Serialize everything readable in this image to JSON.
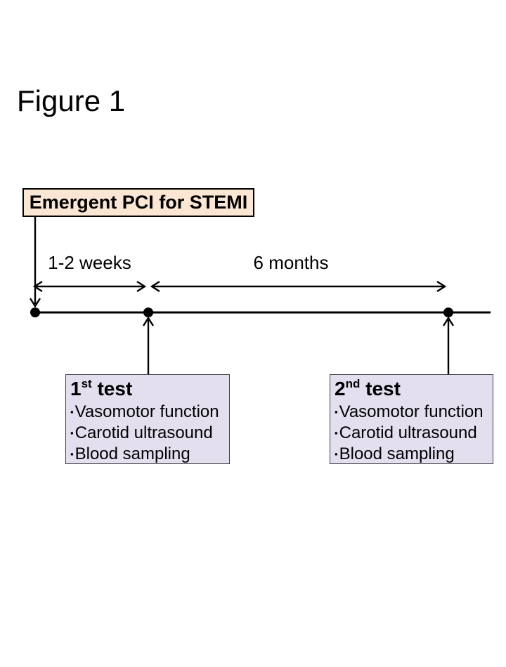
{
  "page": {
    "title": "Figure 1"
  },
  "colors": {
    "background": "#ffffff",
    "event_box_fill": "#fbe6d4",
    "test_box_fill": "#e3dfee",
    "line": "#000000",
    "box_border": "#404040"
  },
  "event_box": {
    "label": "Emergent PCI for STEMI"
  },
  "intervals": [
    {
      "label": "1-2 weeks"
    },
    {
      "label": "6 months"
    }
  ],
  "bullet_char": "▪",
  "test_boxes": [
    {
      "title_num": "1",
      "title_sup": "st",
      "title_rest": " test",
      "items": [
        "Vasomotor function",
        "Carotid ultrasound",
        "Blood sampling"
      ]
    },
    {
      "title_num": "2",
      "title_sup": "nd",
      "title_rest": " test",
      "items": [
        "Vasomotor function",
        "Carotid ultrasound",
        "Blood sampling"
      ]
    }
  ]
}
